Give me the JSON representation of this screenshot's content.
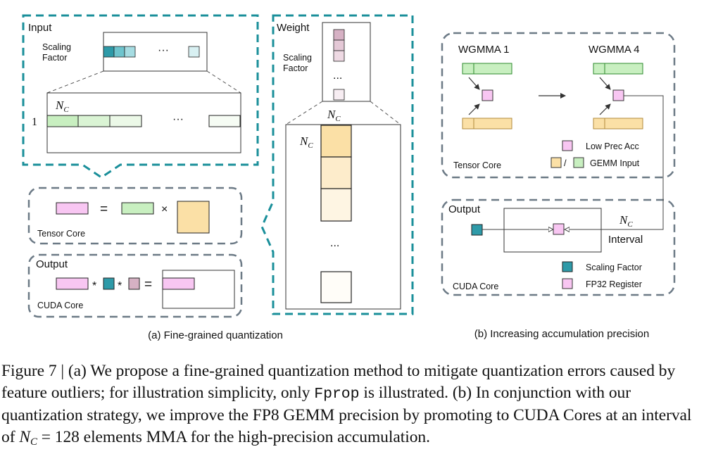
{
  "panel_a": {
    "input_label": "Input",
    "scaling_factor_line1": "Scaling",
    "scaling_factor_line2": "Factor",
    "ellipsis": "···",
    "nc_base": "N",
    "nc_sub": "C",
    "row_index": "1",
    "weight_label": "Weight",
    "vertical_ellipsis": "...",
    "equals": "=",
    "times": "×",
    "star": "*",
    "tensor_core_label": "Tensor Core",
    "output_label": "Output",
    "cuda_core_label": "CUDA Core",
    "subcaption": "(a) Fine-grained quantization"
  },
  "panel_b": {
    "wgmma_first": "WGMMA 1",
    "wgmma_last": "WGMMA 4",
    "arrow": "⟶",
    "legend_low_prec": "Low Prec Acc",
    "legend_slash": "/",
    "legend_gemm_input": "GEMM Input",
    "tensor_core_label": "Tensor Core",
    "output_label": "Output",
    "nc_base": "N",
    "nc_sub": "C",
    "interval_label": "Interval",
    "legend_scaling_factor": "Scaling Factor",
    "legend_fp32_register": "FP32 Register",
    "cuda_core_label": "CUDA Core",
    "subcaption": "(b) Increasing accumulation precision"
  },
  "caption": {
    "part1": "Figure 7 | (a) We propose a fine-grained quantization method to mitigate quantization errors caused by feature outliers; for illustration simplicity, only ",
    "code": "Fprop",
    "part2": " is illustrated. (b) In conjunction with our quantization strategy, we improve the FP8 GEMM precision by promoting to CUDA Cores at an interval of ",
    "math_base": "N",
    "math_sub": "C",
    "part3": " = 128 elements MMA for the high-precision accumulation."
  },
  "colors": {
    "teal_dash": "#1a8f9a",
    "gray_dash": "#6c7a86",
    "green_fill": "#c8efc0",
    "green_stroke": "#2c8a2c",
    "yellow_fill": "#fbe0a6",
    "pink_fill": "#f8c6f2",
    "pink_stroke": "#b03aa8",
    "teal_fill": "#2e9aa8",
    "mauve_fill": "#d6b1c4"
  }
}
